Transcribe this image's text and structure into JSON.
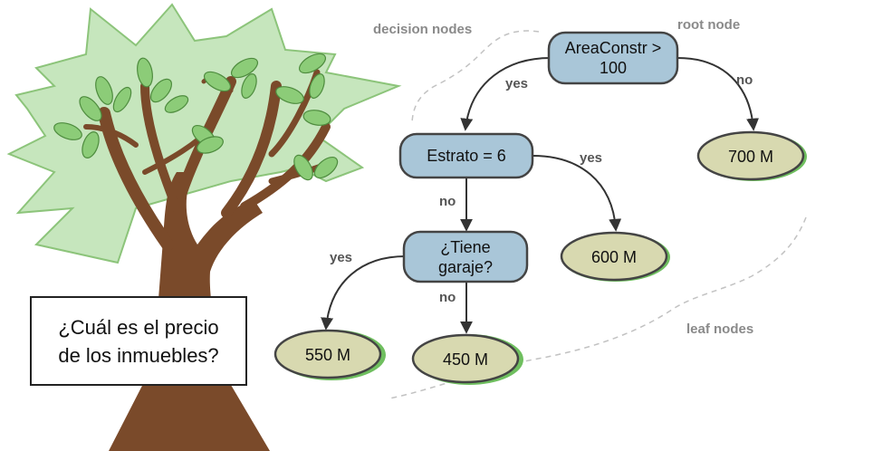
{
  "annotations": {
    "decision_nodes": "decision nodes",
    "root_node": "root node",
    "leaf_nodes": "leaf nodes"
  },
  "question": {
    "line1": "¿Cuál es el precio",
    "line2": "de los inmuebles?"
  },
  "decision_nodes": {
    "root": {
      "line1": "AreaConstr >",
      "line2": "100"
    },
    "estrato": {
      "line1": "Estrato = 6"
    },
    "garaje": {
      "line1": "¿Tiene",
      "line2": "garaje?"
    }
  },
  "leaf_nodes": {
    "leaf_700": "700 M",
    "leaf_600": "600 M",
    "leaf_550": "550 M",
    "leaf_450": "450 M"
  },
  "edge_labels": {
    "root_yes": "yes",
    "root_no": "no",
    "estrato_yes": "yes",
    "estrato_no": "no",
    "garaje_yes": "yes",
    "garaje_no": "no"
  },
  "colors": {
    "decision_fill": "#a9c6d8",
    "decision_stroke": "#444444",
    "leaf_fill": "#d8d9b0",
    "leaf_stroke": "#444444",
    "leaf_shadow": "#6fbf5f",
    "trunk": "#7a4a2a",
    "canopy": "#c6e6bd",
    "canopy_stroke": "#8cc47a",
    "leaf": "#8ccc78"
  }
}
